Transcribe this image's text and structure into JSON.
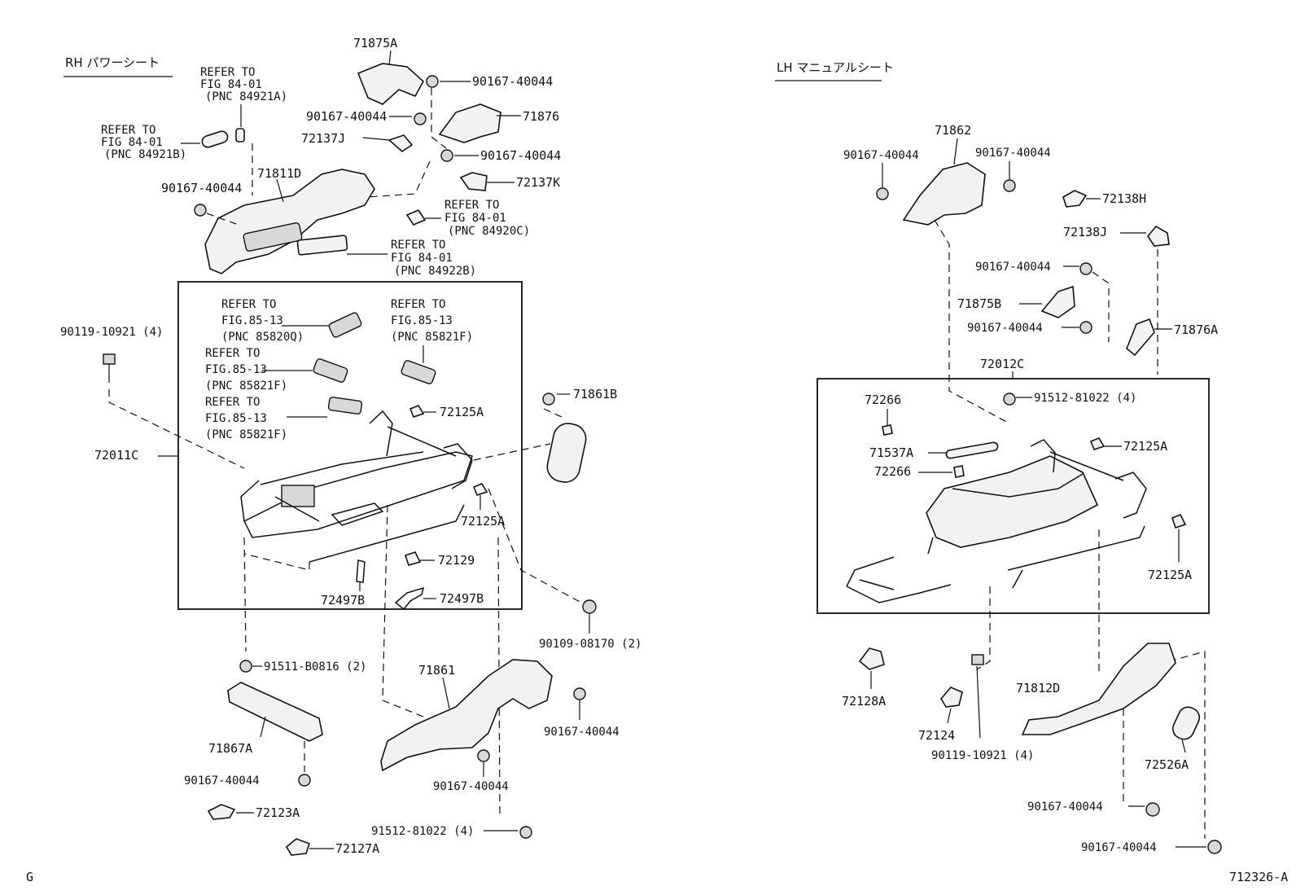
{
  "sections": {
    "rh_header": "RH パワーシート",
    "lh_header": "LH マニュアルシート"
  },
  "footer": {
    "left_code": "G",
    "right_code": "712326-A"
  },
  "rh": {
    "p_71875A": "71875A",
    "p_90167_a": "90167-40044",
    "p_90167_b": "90167-40044",
    "p_71876": "71876",
    "p_72137J": "72137J",
    "p_90167_c": "90167-40044",
    "p_72137K": "72137K",
    "ref_84921A": [
      "REFER TO",
      "FIG 84-01",
      "(PNC 84921A)"
    ],
    "ref_84921B": [
      "REFER TO",
      "FIG 84-01",
      "(PNC 84921B)"
    ],
    "p_71811D": "71811D",
    "p_90167_d": "90167-40044",
    "ref_84920C": [
      "REFER TO",
      "FIG 84-01",
      "(PNC 84920C)"
    ],
    "ref_84922B": [
      "REFER TO",
      "FIG 84-01",
      "(PNC 84922B)"
    ],
    "p_90119": "90119-10921 (4)",
    "ref_85820Q": [
      "REFER TO",
      "FIG.85-13",
      "(PNC 85820Q)"
    ],
    "ref_85821F_a": [
      "REFER TO",
      "FIG.85-13",
      "(PNC 85821F)"
    ],
    "ref_85821F_b": [
      "REFER TO",
      "FIG.85-13",
      "(PNC 85821F)"
    ],
    "ref_85821F_c": [
      "REFER TO",
      "FIG.85-13",
      "(PNC 85821F)"
    ],
    "p_71861B": "71861B",
    "p_72125A_a": "72125A",
    "p_72011C": "72011C",
    "p_72125A_b": "72125A",
    "p_72129": "72129",
    "p_72497B_a": "72497B",
    "p_72497B_b": "72497B",
    "p_90109": "90109-08170 (2)",
    "p_91511": "91511-B0816 (2)",
    "p_71861": "71861",
    "p_90167_e": "90167-40044",
    "p_71867A": "71867A",
    "p_90167_f": "90167-40044",
    "p_90167_g": "90167-40044",
    "p_72123A": "72123A",
    "p_91512": "91512-81022 (4)",
    "p_72127A": "72127A"
  },
  "lh": {
    "p_71862": "71862",
    "p_90167_a": "90167-40044",
    "p_90167_b": "90167-40044",
    "p_72138H": "72138H",
    "p_72138J": "72138J",
    "p_90167_c": "90167-40044",
    "p_71875B": "71875B",
    "p_90167_d": "90167-40044",
    "p_71876A": "71876A",
    "p_72012C": "72012C",
    "p_72266_a": "72266",
    "p_91512": "91512-81022 (4)",
    "p_71537A": "71537A",
    "p_72125A_a": "72125A",
    "p_72266_b": "72266",
    "p_72125A_b": "72125A",
    "p_72128A": "72128A",
    "p_71812D": "71812D",
    "p_72124": "72124",
    "p_90119": "90119-10921 (4)",
    "p_72526A": "72526A",
    "p_90167_e": "90167-40044",
    "p_90167_f": "90167-40044"
  }
}
